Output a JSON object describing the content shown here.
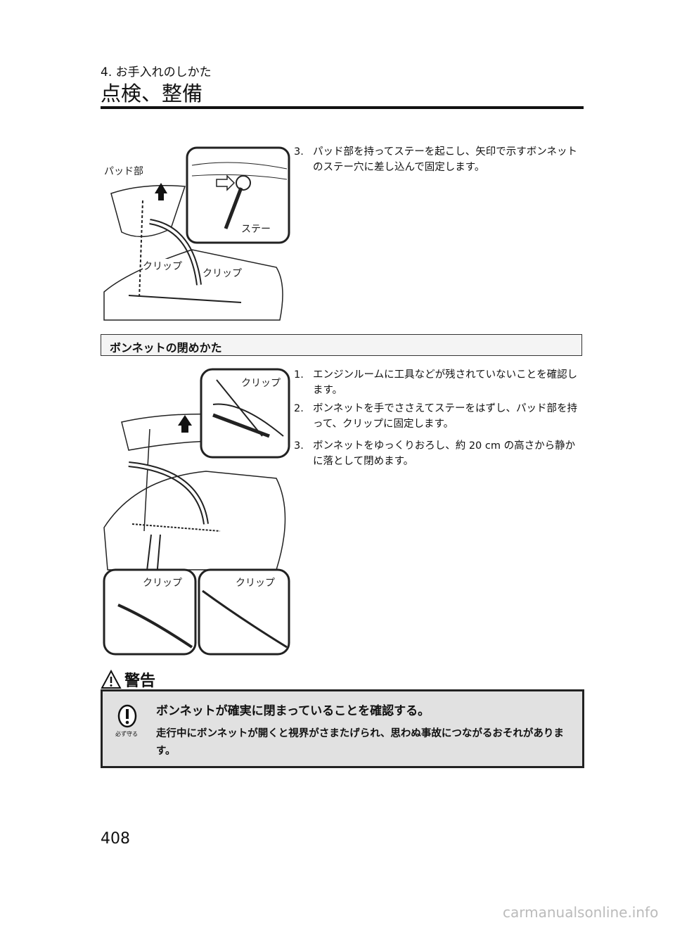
{
  "header": {
    "chapter": "4. お手入れのしかた",
    "title": "点検、整備"
  },
  "figure1": {
    "labels": {
      "pad": "パッド部",
      "stay": "ステー",
      "clip_left": "クリップ",
      "clip_right": "クリップ"
    }
  },
  "step_open_3": {
    "number": "3.",
    "text": "パッド部を持ってステーを起こし、矢印で示すボンネットのステー穴に差し込んで固定します。"
  },
  "section": {
    "heading": "ボンネットの閉めかた"
  },
  "figure2": {
    "labels": {
      "clip_top": "クリップ",
      "clip_bottom_left": "クリップ",
      "clip_bottom_right": "クリップ"
    }
  },
  "close_steps": [
    {
      "number": "1.",
      "text": "エンジンルームに工具などが残されていないことを確認します。"
    },
    {
      "number": "2.",
      "text": "ボンネットを手でささえてステーをはずし、パッド部を持って、クリップに固定します。"
    },
    {
      "number": "3.",
      "text": "ボンネットをゆっくりおろし、約 20 cm の高さから静かに落として閉めます。"
    }
  ],
  "warning": {
    "heading": "警告",
    "must_label": "必ず守る",
    "title": "ボンネットが確実に閉まっていることを確認する。",
    "body": "走行中にボンネットが開くと視界がさまたげられ、思わぬ事故につながるおそれがあります。"
  },
  "footer": {
    "page_number": "408",
    "watermark": "carmanualsonline.info"
  }
}
